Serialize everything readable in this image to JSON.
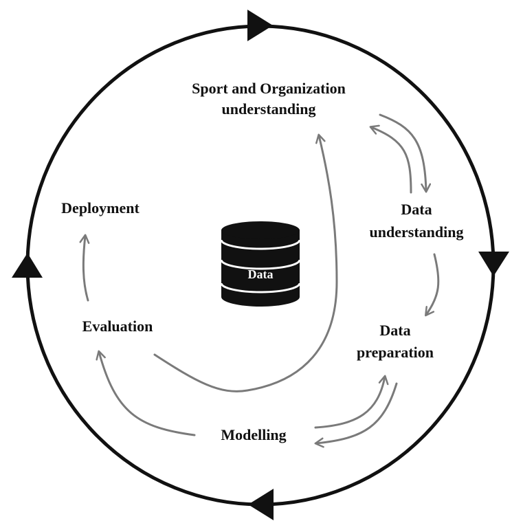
{
  "diagram": {
    "title": "Sport analytics data mining process cycle",
    "center": {
      "label": "Data",
      "icon": "database-icon"
    },
    "phases": [
      {
        "id": "sport-org-understanding",
        "lines": [
          "Sport and Organization",
          "understanding"
        ]
      },
      {
        "id": "data-understanding",
        "lines": [
          "Data",
          "understanding"
        ]
      },
      {
        "id": "data-preparation",
        "lines": [
          "Data",
          "preparation"
        ]
      },
      {
        "id": "modelling",
        "lines": [
          "Modelling"
        ]
      },
      {
        "id": "evaluation",
        "lines": [
          "Evaluation"
        ]
      },
      {
        "id": "deployment",
        "lines": [
          "Deployment"
        ]
      }
    ],
    "flows": [
      {
        "from": "sport-org-understanding",
        "to": "data-understanding"
      },
      {
        "from": "data-understanding",
        "to": "sport-org-understanding"
      },
      {
        "from": "data-understanding",
        "to": "data-preparation"
      },
      {
        "from": "data-preparation",
        "to": "modelling"
      },
      {
        "from": "modelling",
        "to": "data-preparation"
      },
      {
        "from": "modelling",
        "to": "evaluation"
      },
      {
        "from": "evaluation",
        "to": "deployment"
      },
      {
        "from": "evaluation",
        "to": "sport-org-understanding"
      }
    ],
    "outer_cycle": {
      "direction": "clockwise"
    },
    "colors": {
      "ring": "#111111",
      "flow": "#7a7a7a",
      "text": "#111111",
      "database": "#111111"
    }
  }
}
